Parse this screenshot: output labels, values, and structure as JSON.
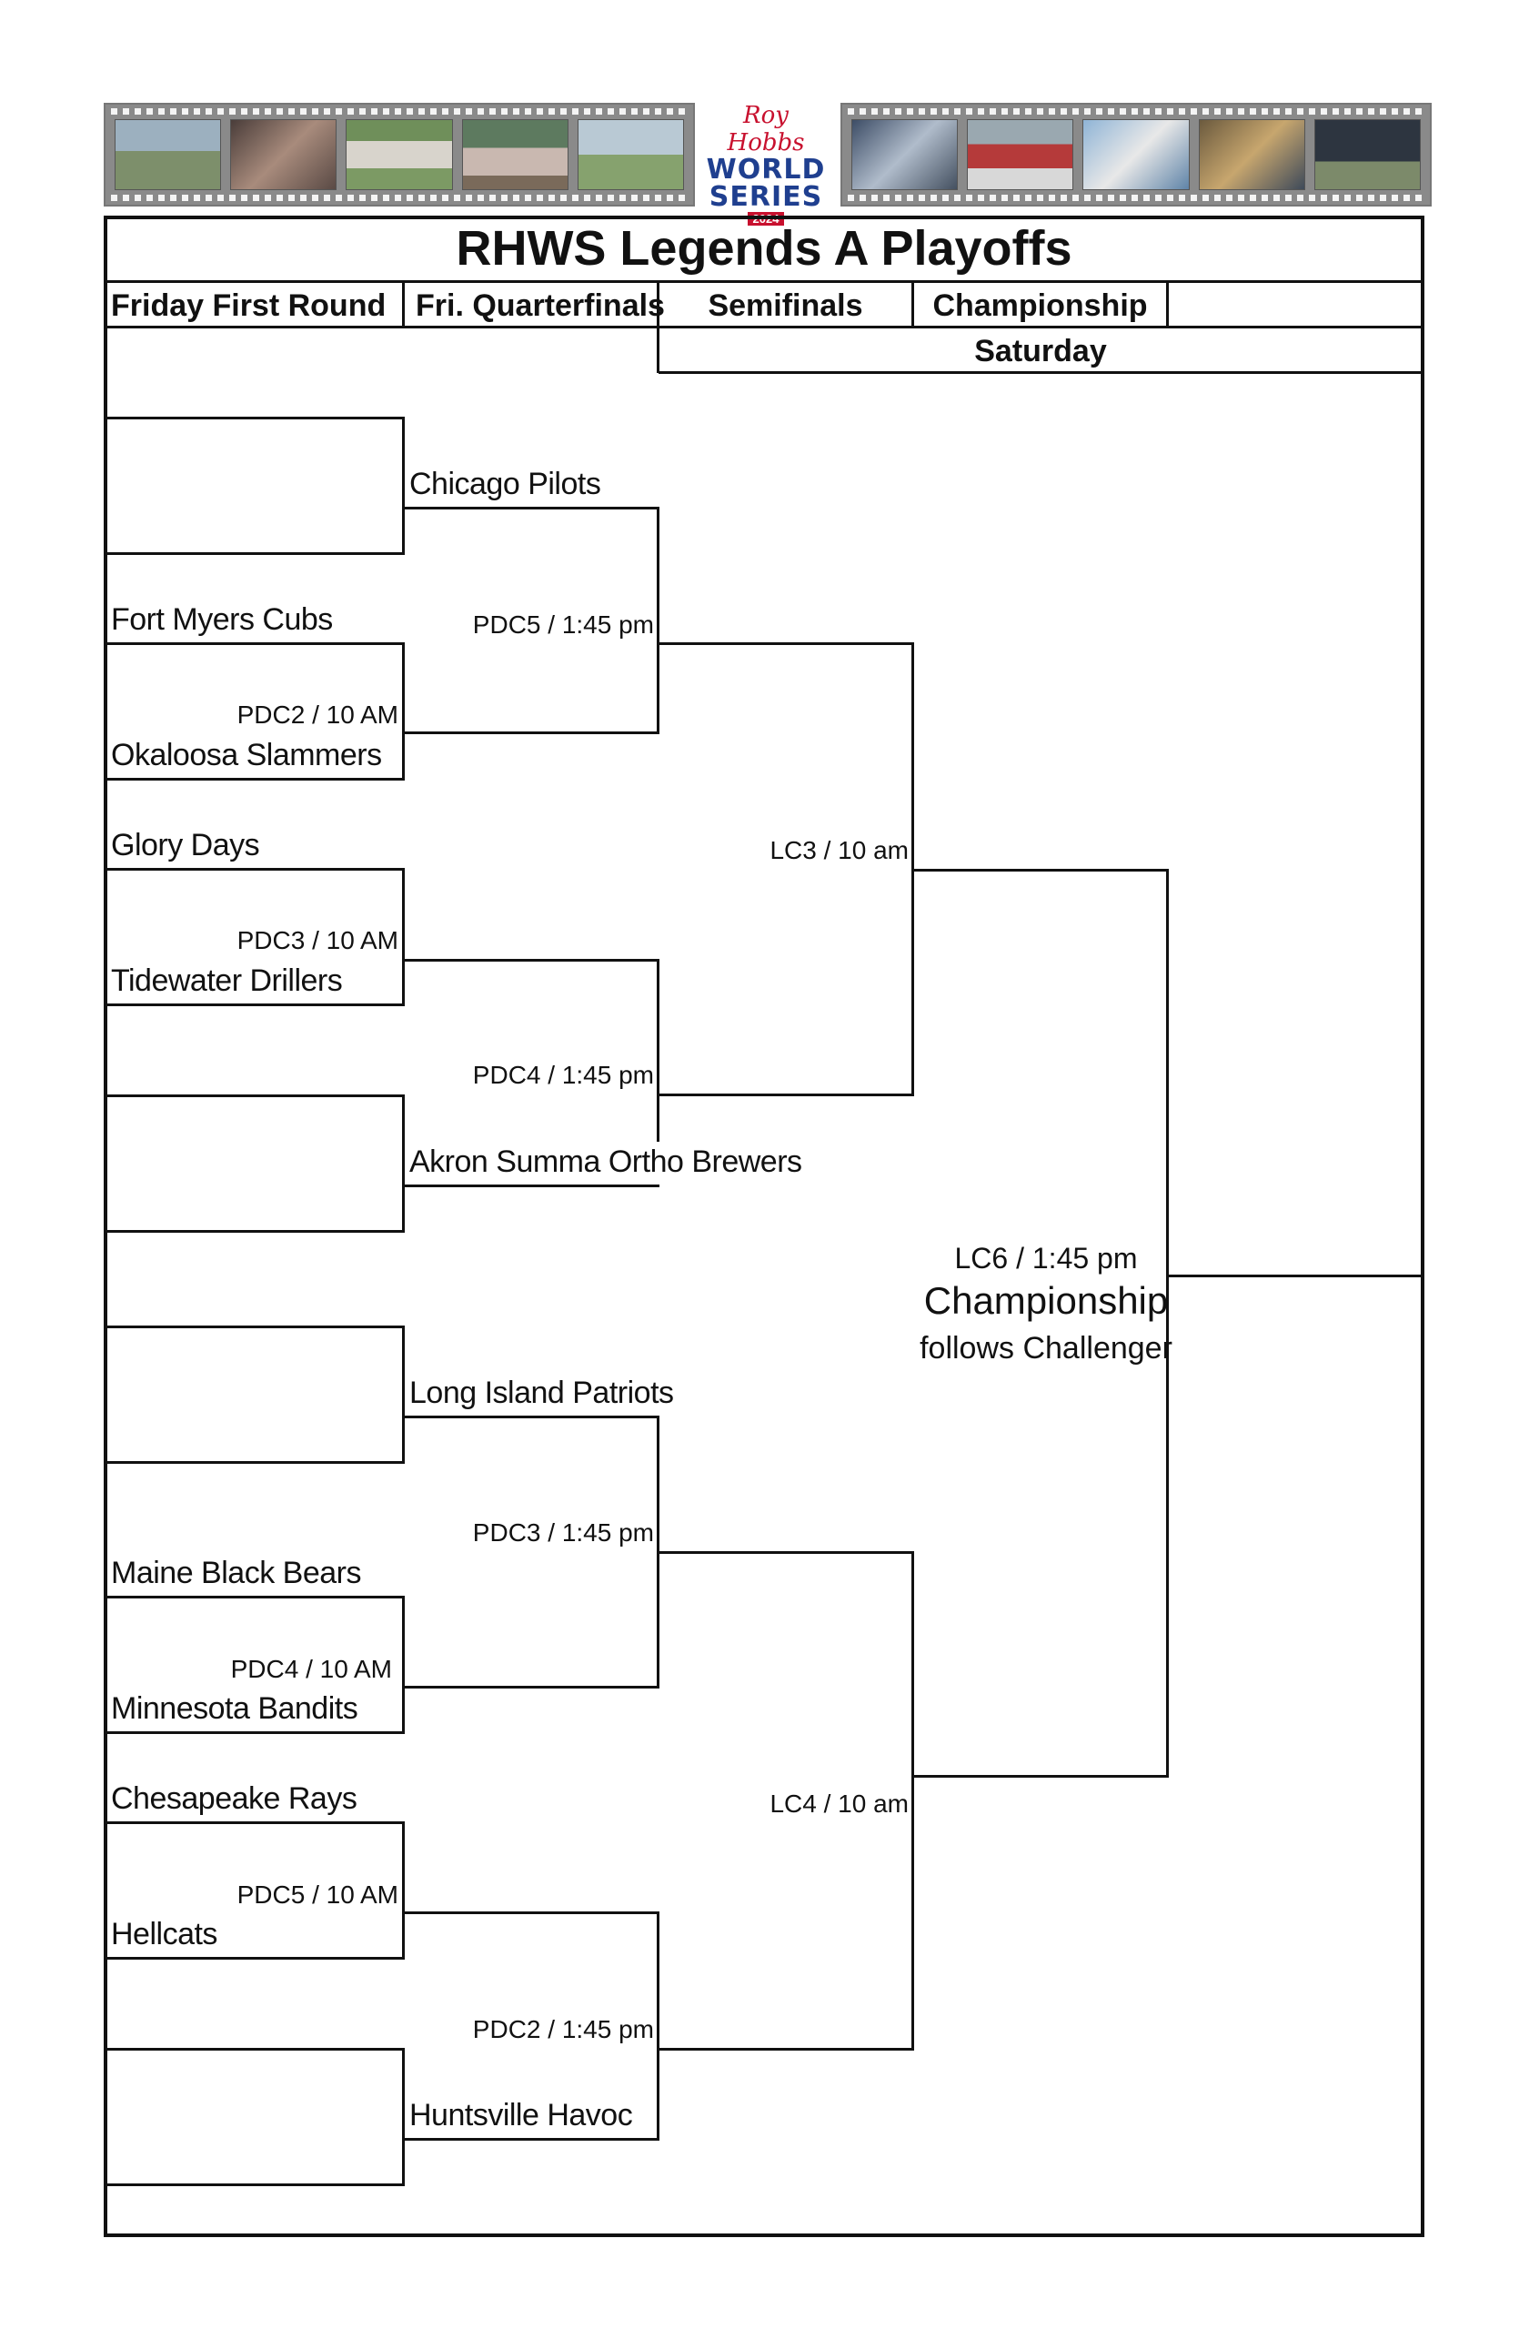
{
  "banner": {
    "logo_script": "Roy Hobbs",
    "logo_word1": "WORLD",
    "logo_word2": "SERIES",
    "logo_year": "2024"
  },
  "title": "RHWS Legends A Playoffs",
  "headers": {
    "round1": "Friday First Round",
    "round2": "Fri. Quarterfinals",
    "round3": "Semifinals",
    "round4": "Championship",
    "saturday": "Saturday"
  },
  "teams": {
    "chicago": "Chicago Pilots",
    "fort_myers": "Fort Myers Cubs",
    "okaloosa": "Okaloosa Slammers",
    "glory": "Glory Days",
    "tidewater": "Tidewater Drillers",
    "akron": "Akron Summa Ortho Brewers",
    "long_island": "Long Island Patriots",
    "maine": "Maine Black Bears",
    "minnesota": "Minnesota Bandits",
    "chesapeake": "Chesapeake Rays",
    "hellcats": "Hellcats",
    "huntsville": "Huntsville Havoc"
  },
  "games": {
    "pdc2_10": "PDC2 / 10 AM",
    "pdc3_10": "PDC3 / 10 AM",
    "pdc4_10": "PDC4 / 10 AM",
    "pdc5_10": "PDC5 / 10 AM",
    "pdc5_145": "PDC5 / 1:45 pm",
    "pdc4_145": "PDC4 / 1:45 pm",
    "pdc3_145": "PDC3 / 1:45 pm",
    "pdc2_145": "PDC2 / 1:45 pm",
    "lc3": "LC3 / 10 am",
    "lc4": "LC4 / 10 am",
    "lc6": "LC6 / 1:45 pm"
  },
  "championship": {
    "label": "Championship",
    "note": "follows Challenger"
  }
}
